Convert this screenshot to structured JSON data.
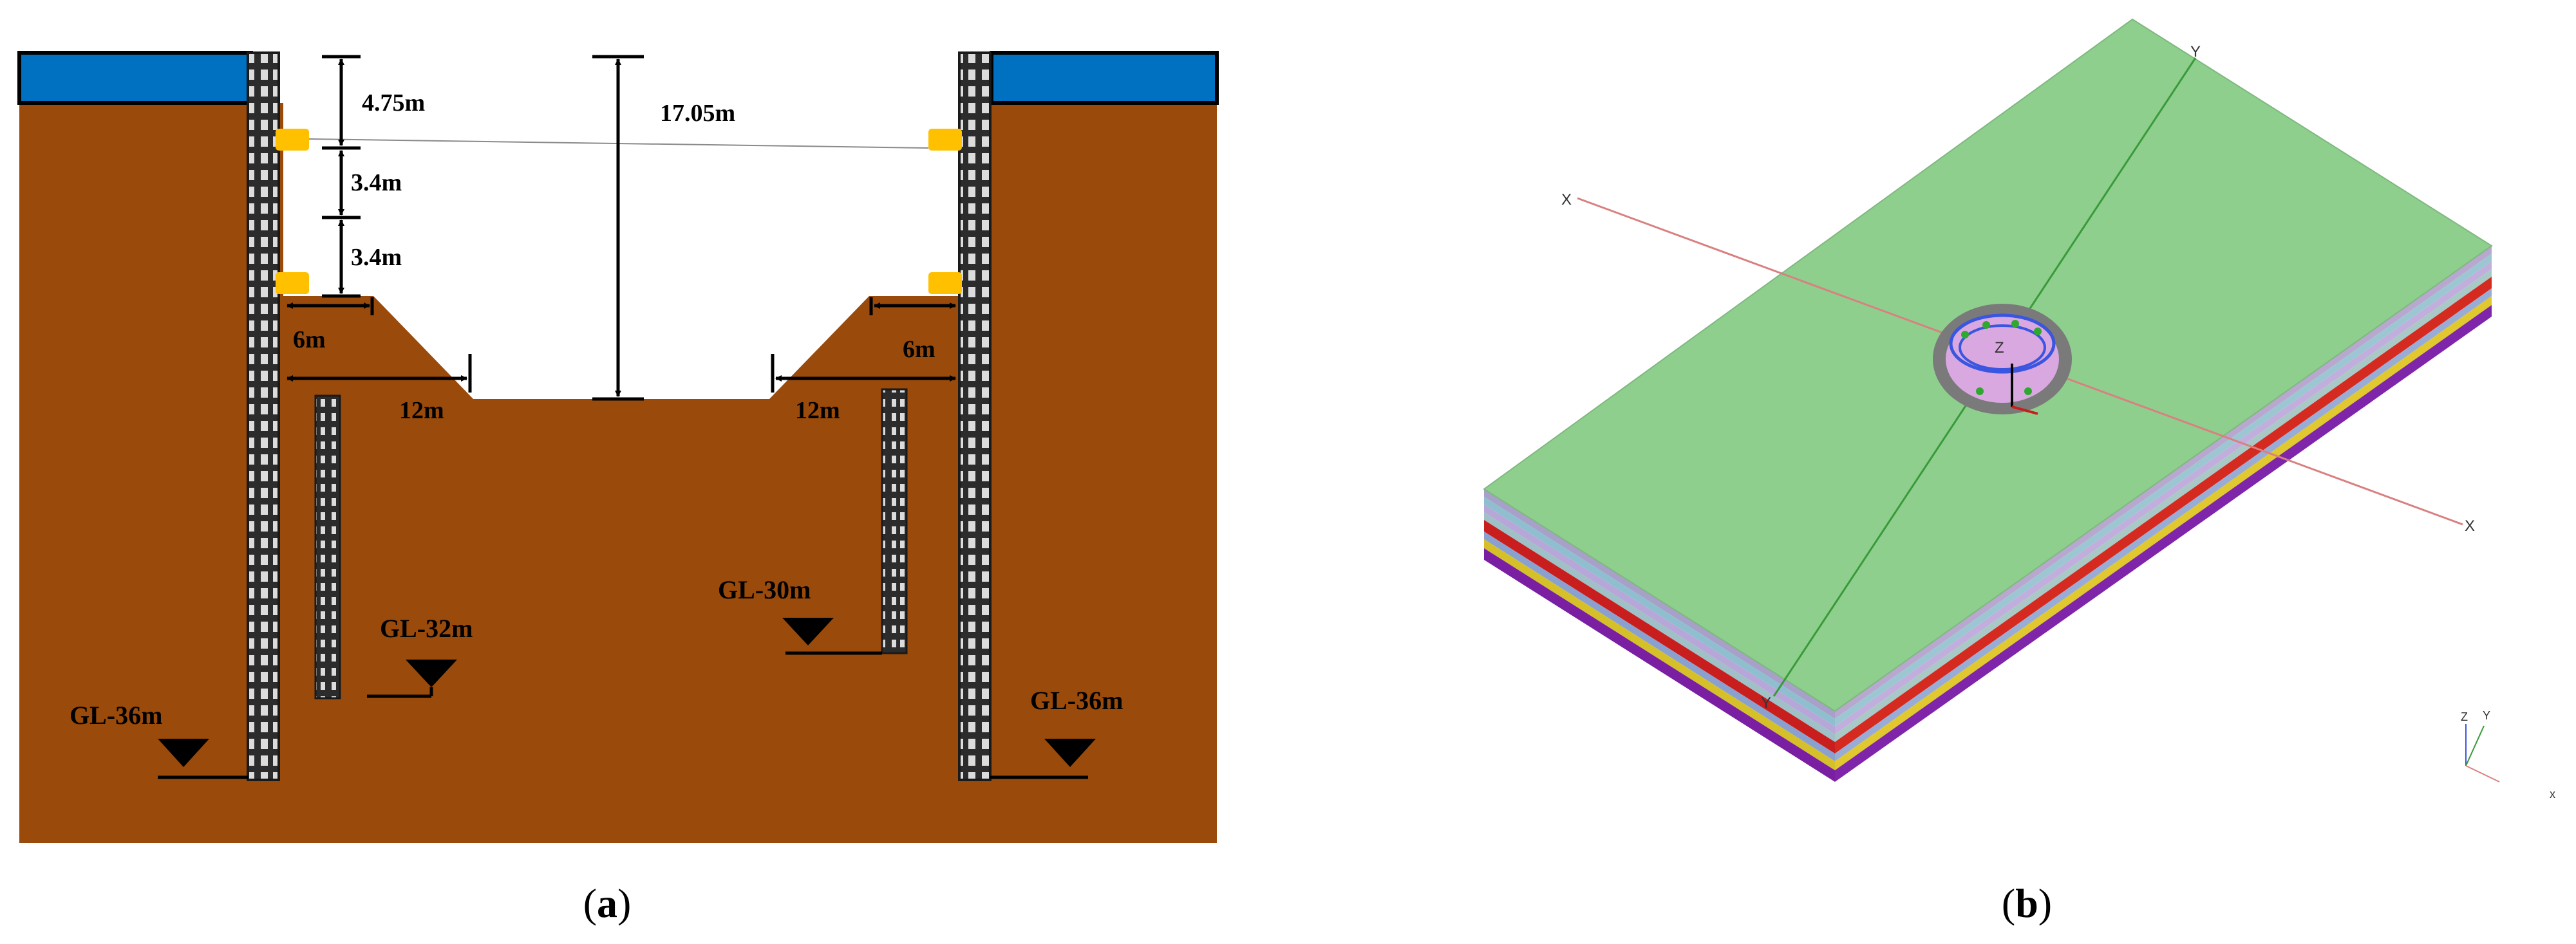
{
  "panel_a": {
    "dimensions": {
      "d1": "4.75m",
      "d2": "3.4m",
      "d3": "3.4m",
      "depth": "17.05m",
      "berm_left_top": "6m",
      "berm_left_base": "12m",
      "berm_right_top": "6m",
      "berm_right_base": "12m"
    },
    "levels": {
      "wall_left": "GL-36m",
      "wall_right": "GL-36m",
      "pile_left": "GL-32m",
      "pile_right": "GL-30m"
    },
    "caption_open": "(",
    "caption_letter": "a",
    "caption_close": ")"
  },
  "panel_b": {
    "axis_labels": {
      "x_left": "X",
      "x_right": "X",
      "y_top": "Y",
      "y_bottom": "Y",
      "z": "Z",
      "triad_x": "x",
      "triad_y": "Y",
      "triad_z": "Z"
    },
    "caption_open": "(",
    "caption_letter": "b",
    "caption_close": ")"
  },
  "colors": {
    "soil": "#9a4a0a",
    "surface_layer": "#0070c0",
    "strut": "#ffc000",
    "model_top": "#8ecf8e",
    "shaft_fill": "#d9a8e0",
    "layer_purple": "#7a1fa2",
    "layer_yellow": "#d6c02a",
    "layer_red": "#c81e1e"
  }
}
